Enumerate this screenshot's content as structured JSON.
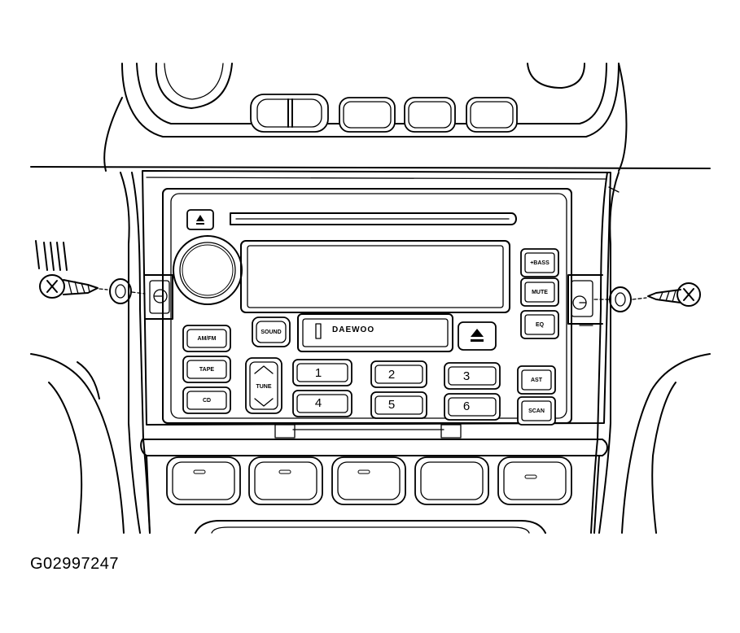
{
  "figure_id": "G02997247",
  "radio": {
    "brand": "DAEWOO",
    "buttons": {
      "bass": "+BASS",
      "mute": "MUTE",
      "eq": "EQ",
      "sound": "SOUND",
      "am_fm": "AM/FM",
      "tape": "TAPE",
      "cd": "CD",
      "tune": "TUNE",
      "ast": "AST",
      "scan": "SCAN"
    },
    "presets": [
      "1",
      "2",
      "3",
      "4",
      "5",
      "6"
    ]
  },
  "icons": {
    "eject_small": "eject-icon",
    "eject_cassette": "eject-icon",
    "tune_up": "chevron-up-icon",
    "tune_down": "chevron-down-icon",
    "screw": "screw-icon",
    "washer": "washer-icon"
  }
}
